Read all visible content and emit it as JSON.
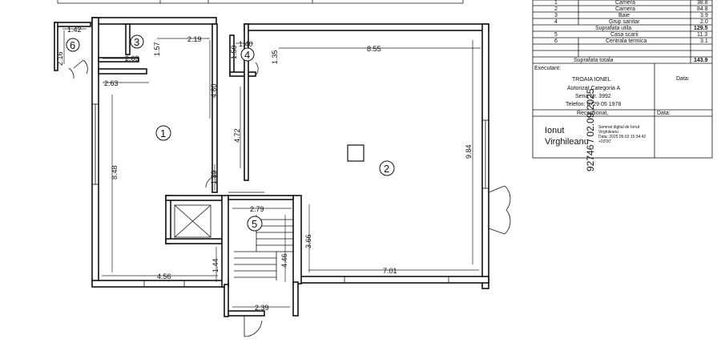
{
  "rooms": [
    {
      "num": "1"
    },
    {
      "num": "2"
    },
    {
      "num": "3"
    },
    {
      "num": "4"
    },
    {
      "num": "5"
    },
    {
      "num": "6"
    }
  ],
  "dimensions": {
    "d_142": "1.42",
    "d_216": "2.16",
    "d_263a": "2.63",
    "d_157": "1.57",
    "d_219": "2.19",
    "d_263b": "2.63",
    "d_480": "4.80",
    "d_140": "1.40",
    "d_150": "1.50",
    "d_135": "1.35",
    "d_855": "8.55",
    "d_472": "4.72",
    "d_848": "8.48",
    "d_139": "1.39",
    "d_984": "9.84",
    "d_279": "2.79",
    "d_366": "3.66",
    "d_456": "4.56",
    "d_144": "1.44",
    "d_446": "4.46",
    "d_701": "7.01",
    "d_239": "2.39"
  },
  "table": {
    "rows": [
      {
        "nr": "1",
        "name": "Camera",
        "area": "38.8"
      },
      {
        "nr": "2",
        "name": "Camera",
        "area": "84.8"
      },
      {
        "nr": "3",
        "name": "Baie",
        "area": "3.9"
      },
      {
        "nr": "4",
        "name": "Grup sanitar",
        "area": "2.0"
      },
      {
        "nr": "",
        "name": "Suprafata utila",
        "area": "129.5"
      },
      {
        "nr": "5",
        "name": "Casa scarii",
        "area": "11.3"
      },
      {
        "nr": "6",
        "name": "Centrala termica",
        "area": "3.1"
      },
      {
        "nr": "",
        "name": "Suprafata totala",
        "area": "143.9"
      }
    ],
    "executant_label": "Executant:",
    "data_label": "Data:",
    "exec_name": "TROAIA IONEL",
    "autorizat": "Autorizat Categoria A",
    "seria": "Seria   Nr. 3992",
    "telefon": "Telefon: 0729 05 1978",
    "receptionat": "Receptionat,",
    "data_label2": "Data:",
    "signer_first": "Ionut",
    "signer_last": "Virghileanu",
    "signed_line1": "Semnat digital de Ionut",
    "signed_line2": "Virghileanu",
    "signed_line3": "Data: 2025.09.02 15:34:42",
    "signed_line4": "+03'00'",
    "stamp_text": "92746 / 02.09.2025"
  }
}
